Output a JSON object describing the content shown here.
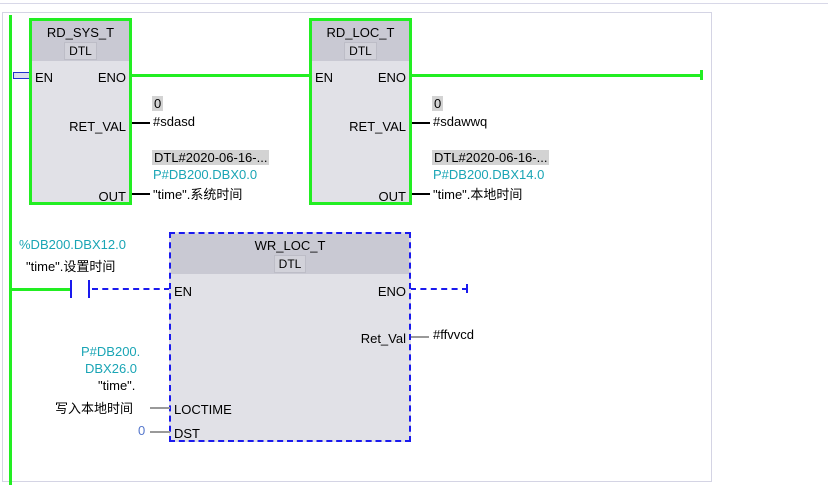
{
  "blocks": [
    {
      "title": "RD_SYS_T",
      "type": "DTL",
      "en": "EN",
      "eno": "ENO",
      "ret": "RET_VAL",
      "out": "OUT",
      "ret_value": "0",
      "ret_var": "#sdasd",
      "out_value": "DTL#2020-06-16-...",
      "out_addr": "P#DB200.DBX0.0",
      "out_var": "\"time\".系统时间"
    },
    {
      "title": "RD_LOC_T",
      "type": "DTL",
      "en": "EN",
      "eno": "ENO",
      "ret": "RET_VAL",
      "out": "OUT",
      "ret_value": "0",
      "ret_var": "#sdawwq",
      "out_value": "DTL#2020-06-16-...",
      "out_addr": "P#DB200.DBX14.0",
      "out_var": "\"time\".本地时间"
    },
    {
      "title": "WR_LOC_T",
      "type": "DTL",
      "en": "EN",
      "eno": "ENO",
      "ret": "Ret_Val",
      "loctime": "LOCTIME",
      "dst": "DST",
      "ret_var": "#ffvvcd",
      "loctime_addr1": "P#DB200.",
      "loctime_addr2": "DBX26.0",
      "loctime_var1": "\"time\".",
      "loctime_var2": "写入本地时间",
      "dst_value": "0"
    }
  ],
  "contact": {
    "addr": "%DB200.DBX12.0",
    "var": "\"time\".设置时间"
  },
  "colors": {
    "power": "#22ee22",
    "selected": "#1a1aee",
    "address": "#1aa5b5"
  }
}
